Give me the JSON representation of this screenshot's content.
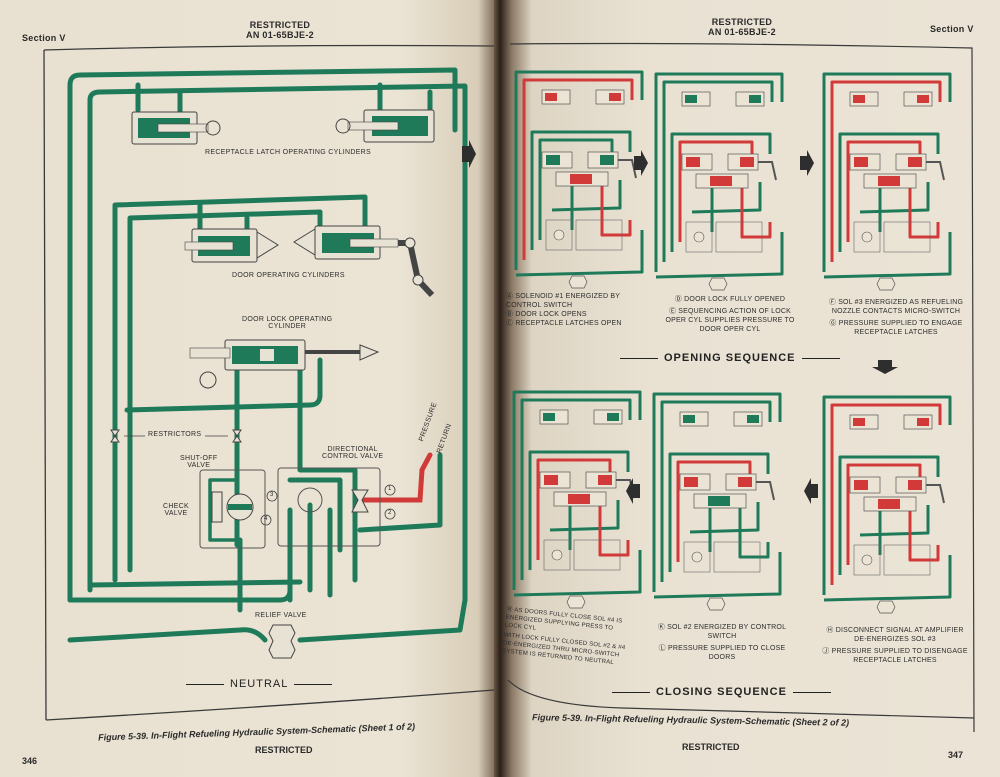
{
  "colors": {
    "pressure_line": "#d23a3a",
    "return_line": "#1f7a5a",
    "paper": "#ebe4d5",
    "ink": "#2a2a2a"
  },
  "left_page": {
    "section": "Section V",
    "classification": "RESTRICTED",
    "doc_number": "AN 01-65BJE-2",
    "labels": {
      "receptacle_latch": "RECEPTACLE LATCH OPERATING CYLINDERS",
      "door_operating": "DOOR OPERATING CYLINDERS",
      "door_lock_line1": "DOOR LOCK OPERATING",
      "door_lock_line2": "CYLINDER",
      "restrictors": "RESTRICTORS",
      "shutoff_line1": "SHUT-OFF",
      "shutoff_line2": "VALVE",
      "check_line1": "CHECK",
      "check_line2": "VALVE",
      "directional_line1": "DIRECTIONAL",
      "directional_line2": "CONTROL VALVE",
      "pressure": "PRESSURE",
      "return": "RETURN",
      "relief_valve": "RELIEF VALVE",
      "port_1": "1",
      "port_2": "2",
      "port_3": "3",
      "port_4": "4"
    },
    "state_label": "NEUTRAL",
    "figure_caption": "Figure 5-39. In-Flight Refueling Hydraulic System-Schematic (Sheet 1 of 2)",
    "footer_classification": "RESTRICTED",
    "page_number": "346"
  },
  "right_page": {
    "section": "Section V",
    "classification": "RESTRICTED",
    "doc_number": "AN 01-65BJE-2",
    "opening_sequence": {
      "title": "OPENING SEQUENCE",
      "panels": [
        {
          "captions": [
            "Ⓐ SOLENOID #1 ENERGIZED BY CONTROL SWITCH",
            "Ⓑ DOOR LOCK OPENS",
            "Ⓒ RECEPTACLE LATCHES OPEN"
          ]
        },
        {
          "captions": [
            "Ⓓ DOOR LOCK FULLY OPENED",
            "Ⓔ SEQUENCING ACTION OF LOCK OPER CYL SUPPLIES PRESSURE TO DOOR OPER CYL"
          ]
        },
        {
          "captions": [
            "Ⓕ SOL #3 ENERGIZED AS REFUELING NOZZLE CONTACTS MICRO-SWITCH",
            "Ⓖ PRESSURE SUPPLIED TO ENGAGE RECEPTACLE LATCHES"
          ]
        }
      ]
    },
    "closing_sequence": {
      "title": "CLOSING SEQUENCE",
      "panels": [
        {
          "captions": [
            "Ⓜ AS DOORS FULLY CLOSE SOL #4 IS ENERGIZED SUPPLYING PRESS TO LOCK CYL",
            "WITH LOCK FULLY CLOSED SOL #2 & #4 DE-ENERGIZED THRU MICRO-SWITCH SYSTEM IS RETURNED TO NEUTRAL"
          ]
        },
        {
          "captions": [
            "Ⓚ SOL #2 ENERGIZED BY CONTROL SWITCH",
            "Ⓛ PRESSURE SUPPLIED TO CLOSE DOORS"
          ]
        },
        {
          "captions": [
            "Ⓗ DISCONNECT SIGNAL AT AMPLIFIER DE-ENERGIZES SOL #3",
            "Ⓙ PRESSURE SUPPLIED TO DISENGAGE RECEPTACLE LATCHES"
          ]
        }
      ]
    },
    "figure_caption": "Figure 5-39. In-Flight Refueling Hydraulic System-Schematic (Sheet 2 of 2)",
    "footer_classification": "RESTRICTED",
    "page_number": "347"
  }
}
